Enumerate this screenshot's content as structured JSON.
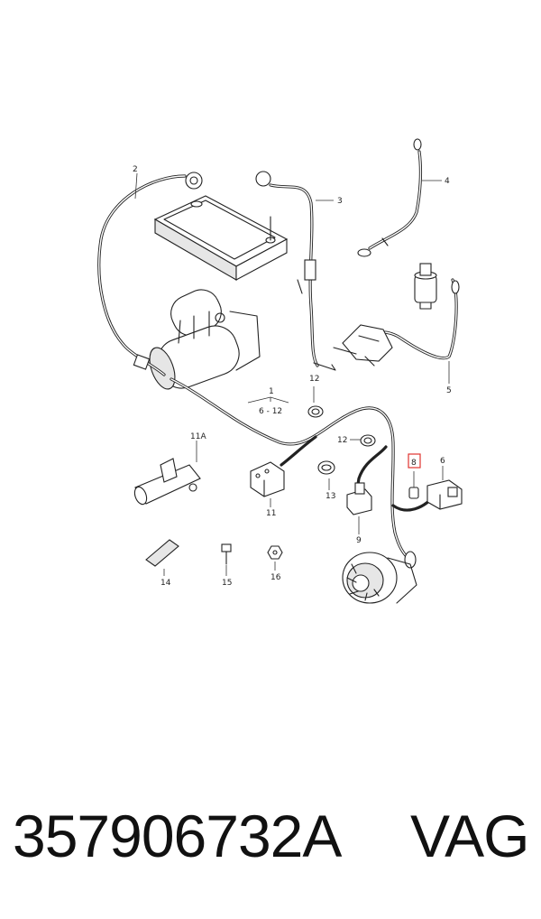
{
  "diagram": {
    "callouts": {
      "c1": "1",
      "c1_range": "6 - 12",
      "c2": "2",
      "c3": "3",
      "c4": "4",
      "c5": "5",
      "c6": "6",
      "c8": "8",
      "c9": "9",
      "c11": "11",
      "c11a": "11A",
      "c12a": "12",
      "c12b": "12",
      "c13": "13",
      "c14": "14",
      "c15": "15",
      "c16": "16"
    },
    "highlight_color": "#e0342f"
  },
  "footer": {
    "part_number": "357906732A",
    "brand": "VAG"
  }
}
